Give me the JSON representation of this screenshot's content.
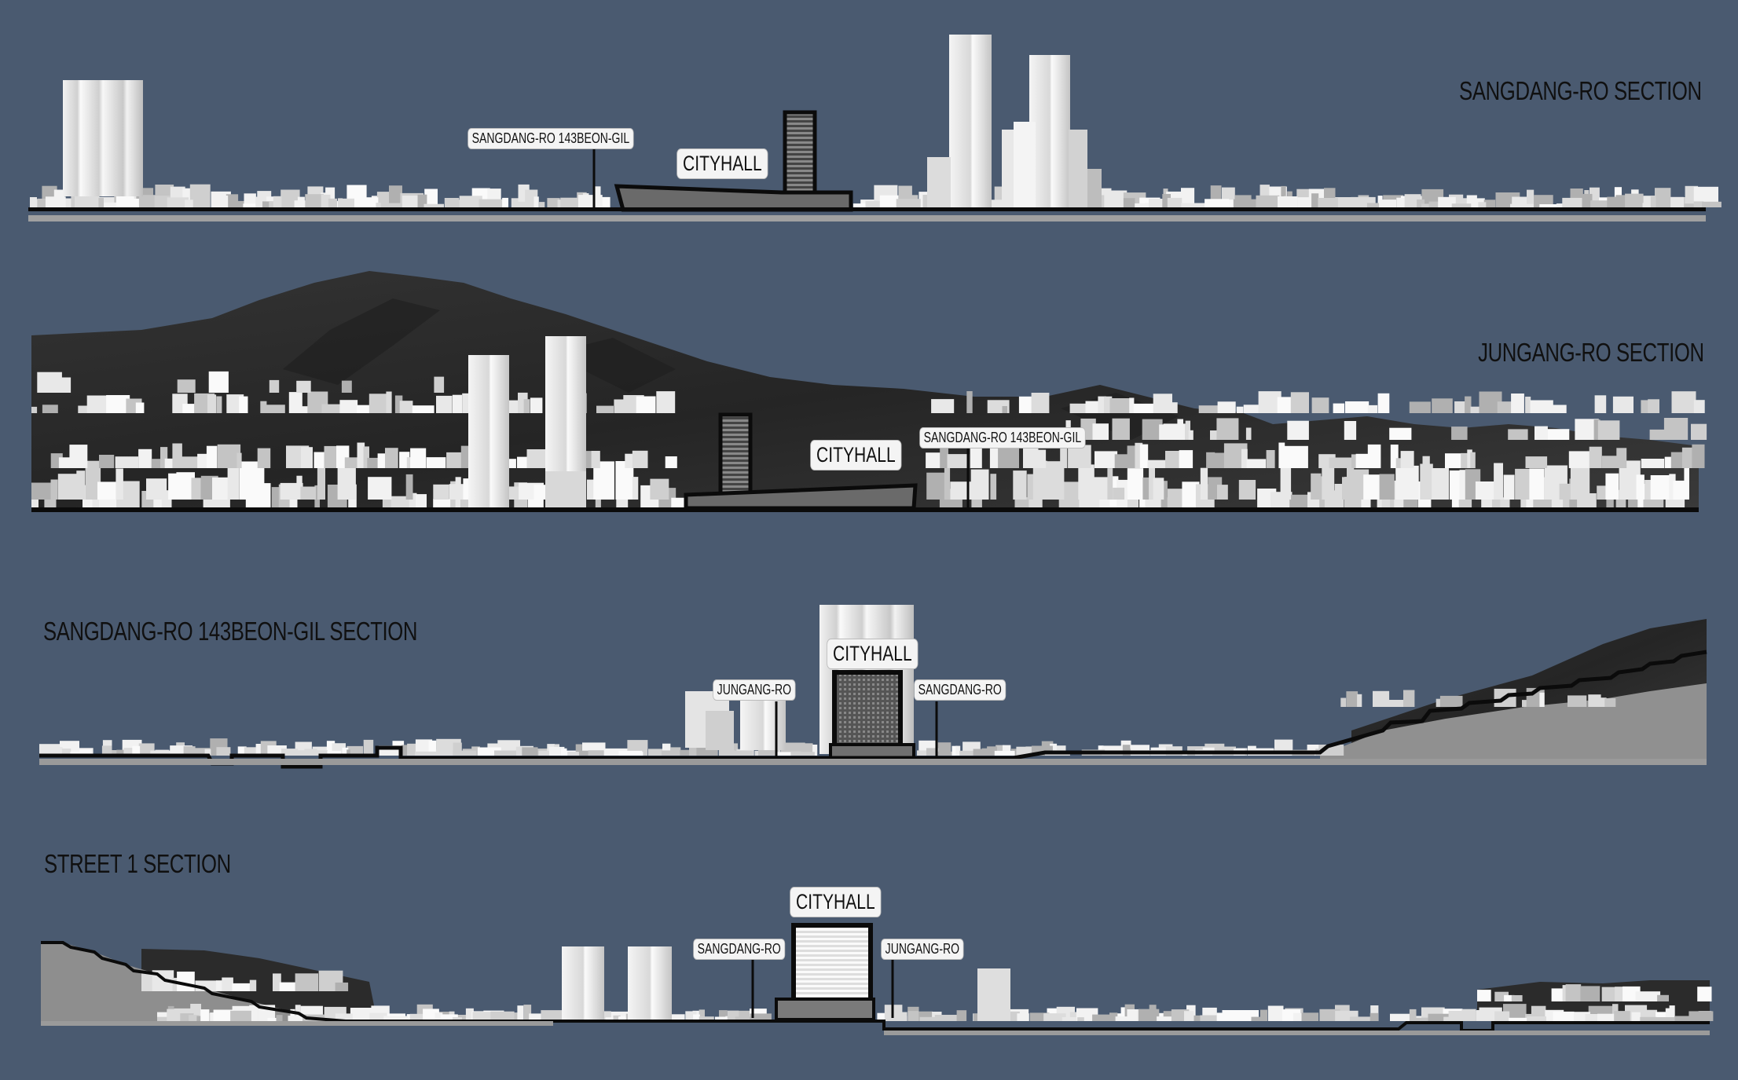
{
  "sections": [
    {
      "id": "sangdang",
      "title": "SANGDANG-RO SECTION",
      "labels": [
        "SANGDANG-RO 143BEON-GIL",
        "CITYHALL"
      ]
    },
    {
      "id": "jungang",
      "title": "JUNGANG-RO SECTION",
      "labels": [
        "CITYHALL",
        "SANGDANG-RO 143BEON-GIL"
      ]
    },
    {
      "id": "beongil",
      "title": "SANGDANG-RO 143BEON-GIL SECTION",
      "labels": [
        "CITYHALL",
        "JUNGANG-RO",
        "SANGDANG-RO"
      ]
    },
    {
      "id": "street1",
      "title": "STREET 1 SECTION",
      "labels": [
        "CITYHALL",
        "SANGDANG-RO",
        "JUNGANG-RO"
      ]
    }
  ],
  "colors": {
    "background": "#4a5a70",
    "mountain": "#2c2c2c",
    "building_light": "#e6e6e6",
    "building_mid": "#a8a8a8",
    "outline": "#0b0b0b"
  }
}
